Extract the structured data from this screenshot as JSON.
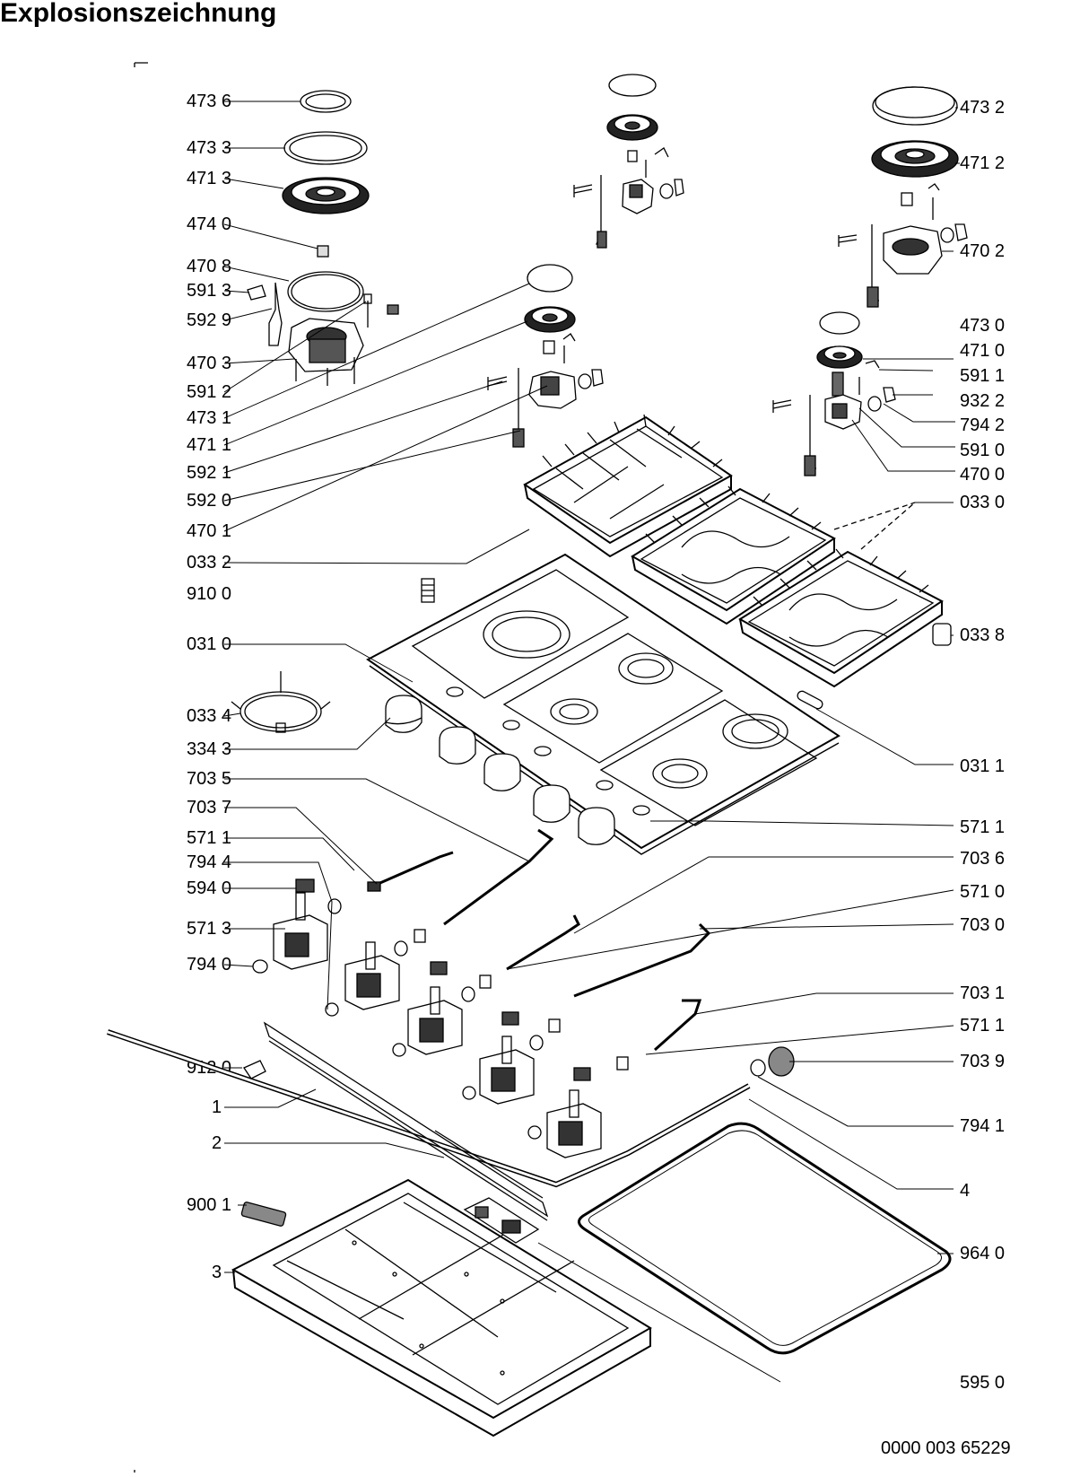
{
  "title": "Explosionszeichnung",
  "document_number": "0000 003 65229",
  "labels_left": [
    {
      "id": "l-4736",
      "text": "473 6"
    },
    {
      "id": "l-4733",
      "text": "473 3"
    },
    {
      "id": "l-4713",
      "text": "471 3"
    },
    {
      "id": "l-4740",
      "text": "474 0"
    },
    {
      "id": "l-4708",
      "text": "470 8"
    },
    {
      "id": "l-5913",
      "text": "591 3"
    },
    {
      "id": "l-5929",
      "text": "592 9"
    },
    {
      "id": "l-4703",
      "text": "470 3"
    },
    {
      "id": "l-5912",
      "text": "591 2"
    },
    {
      "id": "l-4731",
      "text": "473 1"
    },
    {
      "id": "l-4711",
      "text": "471 1"
    },
    {
      "id": "l-5921",
      "text": "592 1"
    },
    {
      "id": "l-5920",
      "text": "592 0"
    },
    {
      "id": "l-4701",
      "text": "470 1"
    },
    {
      "id": "l-0332",
      "text": "033 2"
    },
    {
      "id": "l-9100",
      "text": "910 0"
    },
    {
      "id": "l-0310",
      "text": "031 0"
    },
    {
      "id": "l-0334",
      "text": "033 4"
    },
    {
      "id": "l-3343",
      "text": "334 3"
    },
    {
      "id": "l-7035",
      "text": "703 5"
    },
    {
      "id": "l-7037",
      "text": "703 7"
    },
    {
      "id": "l-5711a",
      "text": "571 1"
    },
    {
      "id": "l-7944",
      "text": "794 4"
    },
    {
      "id": "l-5940",
      "text": "594 0"
    },
    {
      "id": "l-5713",
      "text": "571 3"
    },
    {
      "id": "l-7940",
      "text": "794 0"
    },
    {
      "id": "l-9120",
      "text": "912 0"
    },
    {
      "id": "l-1",
      "text": "1"
    },
    {
      "id": "l-2",
      "text": "2"
    },
    {
      "id": "l-9001",
      "text": "900 1"
    },
    {
      "id": "l-3",
      "text": "3"
    }
  ],
  "labels_right": [
    {
      "id": "r-4732",
      "text": "473 2"
    },
    {
      "id": "r-4712",
      "text": "471 2"
    },
    {
      "id": "r-4702",
      "text": "470 2"
    },
    {
      "id": "r-4730",
      "text": "473 0"
    },
    {
      "id": "r-4710",
      "text": "471 0"
    },
    {
      "id": "r-5911",
      "text": "591 1"
    },
    {
      "id": "r-9322",
      "text": "932 2"
    },
    {
      "id": "r-7942",
      "text": "794 2"
    },
    {
      "id": "r-5910",
      "text": "591 0"
    },
    {
      "id": "r-4700",
      "text": "470 0"
    },
    {
      "id": "r-0330",
      "text": "033 0"
    },
    {
      "id": "r-0338",
      "text": "033 8"
    },
    {
      "id": "r-0311",
      "text": "031 1"
    },
    {
      "id": "r-5711a",
      "text": "571 1"
    },
    {
      "id": "r-7036",
      "text": "703 6"
    },
    {
      "id": "r-5710",
      "text": "571 0"
    },
    {
      "id": "r-7030",
      "text": "703 0"
    },
    {
      "id": "r-7031",
      "text": "703 1"
    },
    {
      "id": "r-5711b",
      "text": "571 1"
    },
    {
      "id": "r-7039",
      "text": "703 9"
    },
    {
      "id": "r-7941",
      "text": "794 1"
    },
    {
      "id": "r-4",
      "text": "4"
    },
    {
      "id": "r-9640",
      "text": "964 0"
    },
    {
      "id": "r-5950",
      "text": "595 0"
    }
  ]
}
